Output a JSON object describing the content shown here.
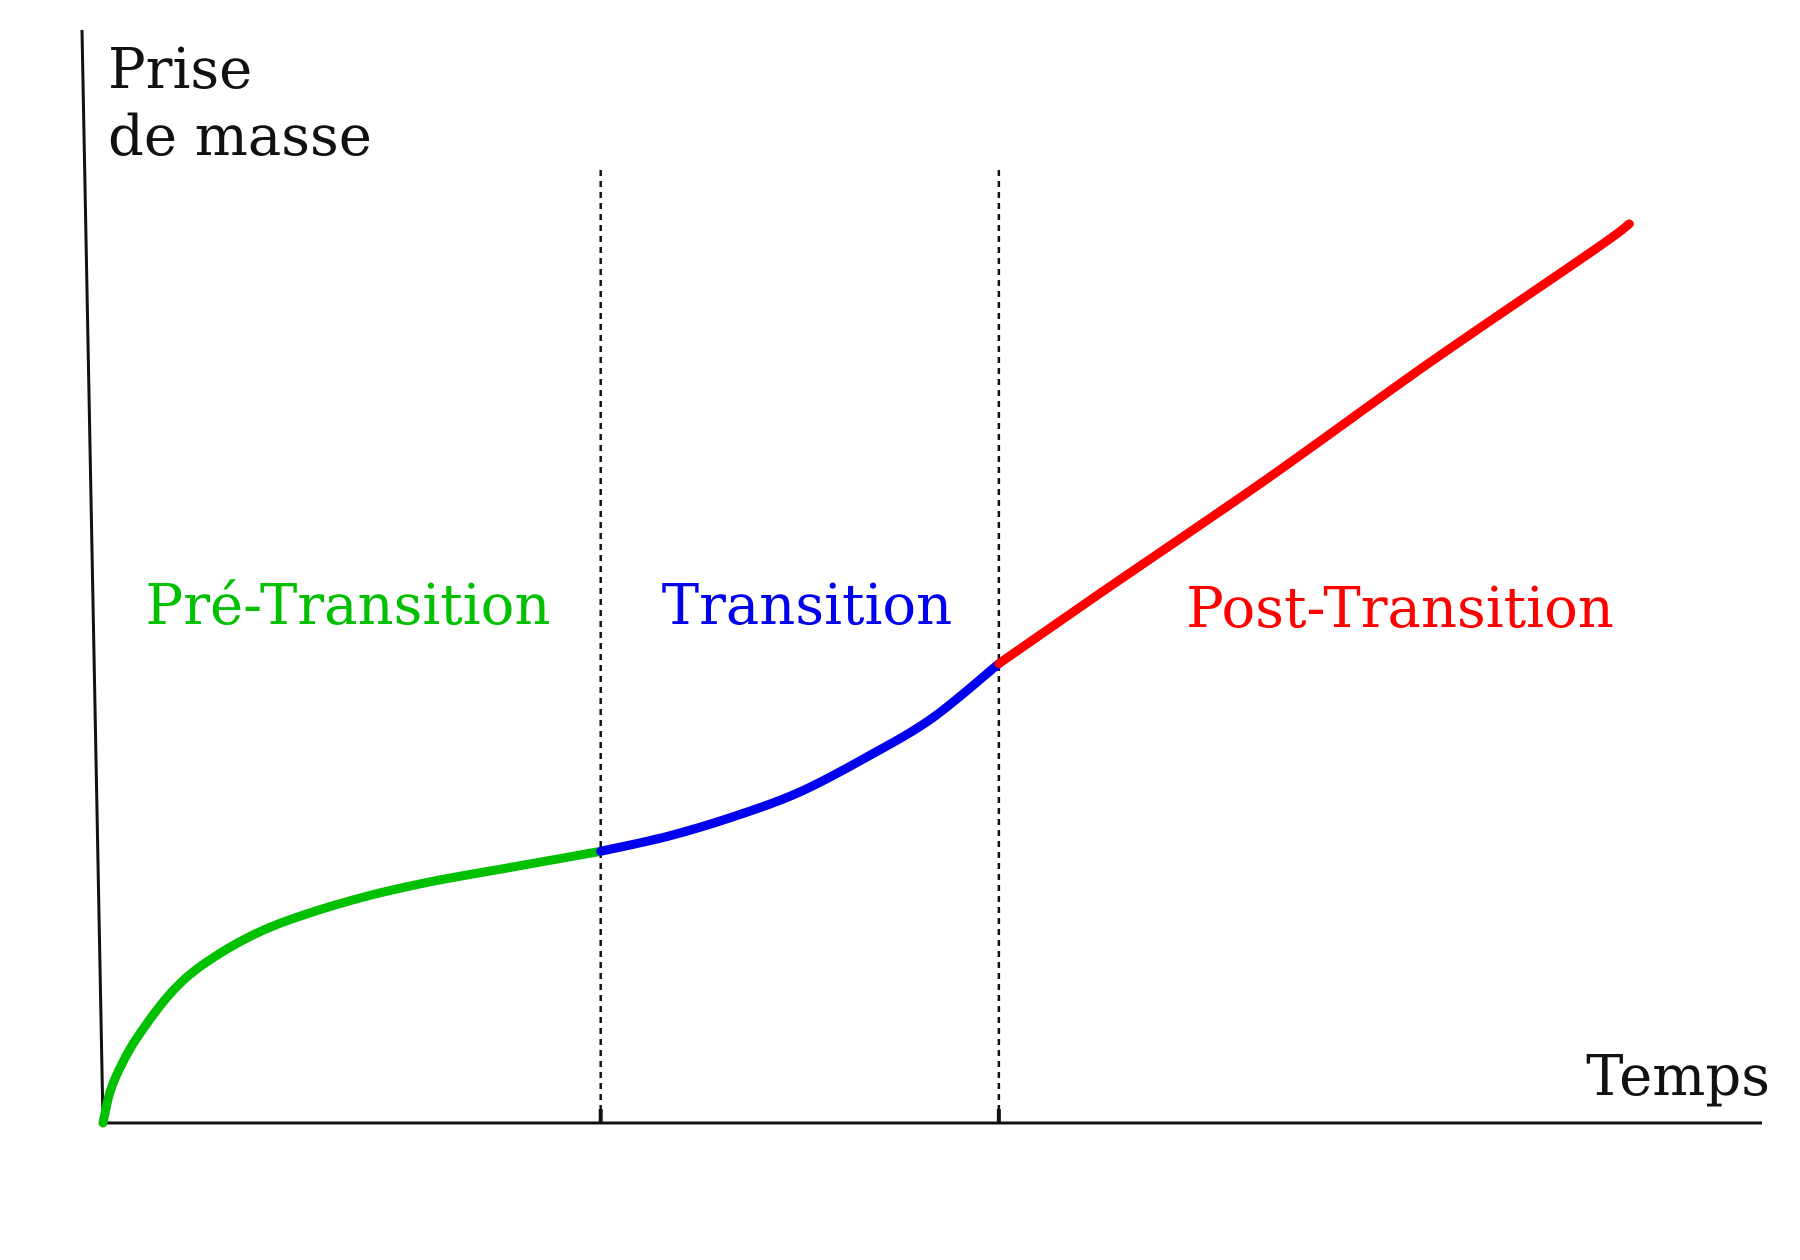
{
  "chart_data": {
    "type": "line",
    "title": "",
    "ylabel_lines": [
      "Prise",
      "de masse"
    ],
    "xlabel": "Temps",
    "grid": false,
    "legend": "none",
    "xlim": [
      0,
      1
    ],
    "ylim": [
      0,
      1
    ],
    "boundaries": [
      0.3,
      0.54
    ],
    "series": [
      {
        "name": "Pré-Transition",
        "color": "#00c000",
        "x": [
          0.0,
          0.004,
          0.01,
          0.02,
          0.04,
          0.06,
          0.09,
          0.12,
          0.16,
          0.2,
          0.25,
          0.3
        ],
        "y": [
          0.0,
          0.03,
          0.055,
          0.085,
          0.13,
          0.16,
          0.19,
          0.21,
          0.23,
          0.245,
          0.26,
          0.275
        ]
      },
      {
        "name": "Transition",
        "color": "#0000ee",
        "x": [
          0.3,
          0.34,
          0.38,
          0.42,
          0.46,
          0.5,
          0.54
        ],
        "y": [
          0.275,
          0.29,
          0.31,
          0.335,
          0.37,
          0.41,
          0.465
        ]
      },
      {
        "name": "Post-Transition",
        "color": "#ff0000",
        "x": [
          0.54,
          0.6,
          0.7,
          0.8,
          0.9,
          0.92
        ],
        "y": [
          0.465,
          0.535,
          0.65,
          0.77,
          0.885,
          0.91
        ]
      }
    ]
  }
}
